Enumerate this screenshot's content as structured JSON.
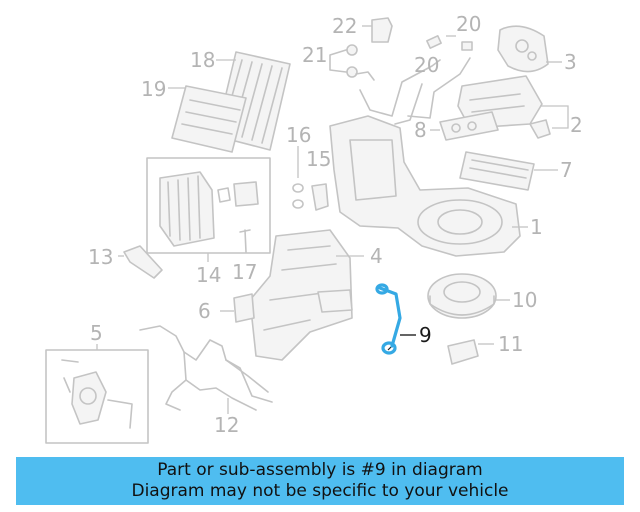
{
  "callouts": [
    "1",
    "2",
    "3",
    "4",
    "5",
    "6",
    "7",
    "8",
    "9",
    "10",
    "11",
    "12",
    "13",
    "14",
    "15",
    "16",
    "17",
    "18",
    "19",
    "20",
    "20",
    "21",
    "22"
  ],
  "highlight_color": "#35a9e4",
  "banner": {
    "line1": "Part or sub-assembly is #9 in diagram",
    "line2": "Diagram may not be specific to your vehicle",
    "background": "#4fbdf0"
  }
}
